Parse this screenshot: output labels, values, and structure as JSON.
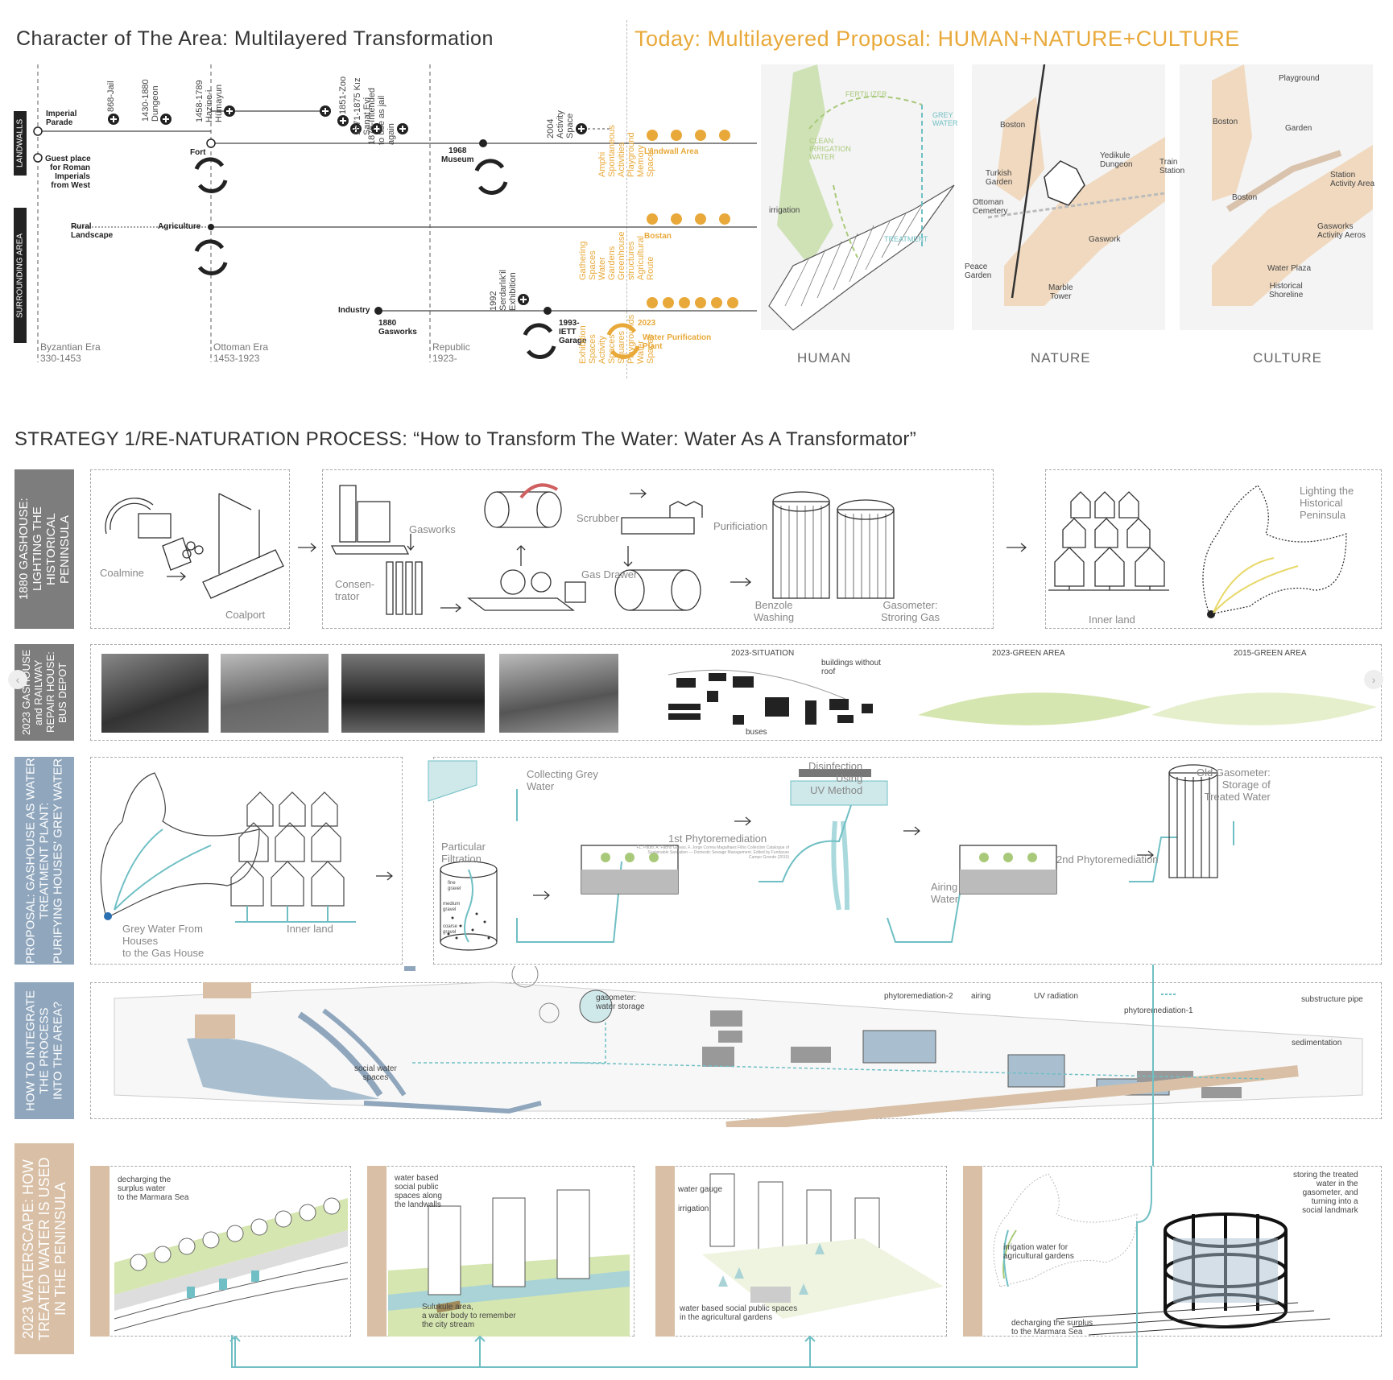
{
  "titles": {
    "character": "Character of The Area: Multilayered Transformation",
    "today": "Today: Multilayered Proposal: HUMAN+NATURE+CULTURE",
    "strategy": "STRATEGY 1/RE-NATURATION PROCESS: “How to Transform The Water: Water As A Transformator”"
  },
  "timeline": {
    "side_labels": [
      "LANDWALLS",
      "SURROUNDING AREA"
    ],
    "eras": [
      {
        "name": "Byzantian Era",
        "years": "330-1453"
      },
      {
        "name": "Ottoman Era",
        "years": "1453-1923"
      },
      {
        "name": "Republic",
        "years": "1923-"
      }
    ],
    "events_rot": [
      "868-Jail",
      "1430-1880\nDungeon",
      "1458-1789\nHazine-i\nHümayun",
      "1851-Zoo",
      "1871-1875 Kız\nSanat Evi",
      "1876-Intended\nto use as jail\nagain",
      "2004\nActivity\nSpace",
      "1992\nSerdarlık'il\nExhibition"
    ],
    "labels": {
      "imperial": "Imperial\nParade",
      "guest": "Guest place\nfor Roman\nImperials\nfrom West",
      "fort": "Fort",
      "rural": "Rural\nLandscape",
      "agriculture": "Agriculture",
      "museum": "1968\nMuseum",
      "industry": "Industry",
      "gasworks": "1880\nGasworks",
      "iett": "1993-\nIETT\nGarage",
      "plant_year": "2023",
      "plant": "Water Purification\nPlant"
    },
    "proposal_groups": [
      {
        "label": "Landwall Area",
        "items": "Amphi\nSpontaneous\nActivities\nPlayground\nMemory\nSpaces"
      },
      {
        "label": "Bostan",
        "items": "Gathering\nSpaces\nWater\nGardens\nGreenhouse\nstructures\nAgricultural\nRoute"
      },
      {
        "label": "",
        "items": "Exhibition\nSpaces\nActivity\nSpaces\nSquares\nPlaygrounds\nWater\nSpaces"
      }
    ]
  },
  "maps": {
    "human": {
      "title": "HUMAN",
      "labels": [
        "FERTILIZER",
        "GREY\nWATER",
        "CLEAN\nIRRIGATION\nWATER",
        "irrigation",
        "TREATMENT"
      ]
    },
    "nature": {
      "title": "NATURE",
      "labels": [
        "Boston",
        "Turkish\nGarden",
        "Ottoman\nCemetery",
        "Yedikule\nDungeon",
        "Train\nStation",
        "Gaswork",
        "Peace\nGarden",
        "Marble\nTower"
      ]
    },
    "culture": {
      "title": "CULTURE",
      "labels": [
        "Playground",
        "Boston",
        "Garden",
        "Boston",
        "Station\nActivity Area",
        "Gasworks\nActivity Aeros",
        "Water Plaza",
        "Historical\nShoreline"
      ]
    }
  },
  "rows": {
    "r1": {
      "label": "1880 GASHOUSE:\nLIGHTING THE\nHISTORICAL\nPENINSULA",
      "items": [
        "Coalmine",
        "Coalport",
        "Gasworks",
        "Consen-\ntrator",
        "Scrubber",
        "Gas Drawer",
        "Purificiation",
        "Benzole\nWashing",
        "Gasometer:\nStroring Gas",
        "Inner land",
        "Lighting the\nHistorical\nPeninsula"
      ]
    },
    "r2": {
      "label": "2023 GASHOUSE\nand RAILWAY\nREPAIR HOUSE:\nBUS DEPOT",
      "items": [
        "2023-SITUATION",
        "buildings without\nroof",
        "buses",
        "2023-GREEN AREA",
        "2015-GREEN AREA"
      ]
    },
    "r3": {
      "label": "PROPOSAL: GASHOUSE AS WATER\nTREATMENT PLANT:\nPURIFYING HOUSES' GREY WATER",
      "items": [
        "Grey Water From\nHouses\nto the Gas House",
        "Inner land",
        "Collecting Grey\nWater",
        "Particular\nFiltration",
        "1st Phytoremediation",
        "Disinfection\nUsing\nUV Method",
        "Airing\nWater",
        "2nd Phytoremediation",
        "Old Gasometer:\nStorage of\nTreated Water"
      ],
      "credit": "FL. Paulo, A. Fabris Galvao, F. Jorge Correa Magalhaes Filho Collection Catalogue of Sustainable Sanitation — Domestic Sewage Management. Edited by Fundacao Campo Grande (2019)",
      "filter_layers": [
        "fine\ngravel",
        "medium\ngravel",
        "coarse\ngravel"
      ]
    },
    "r4": {
      "label": "HOW TO INTEGRATE\nTHE PROCESS\nINTO THE AREA?",
      "items": [
        "gasometer:\nwater storage",
        "social water\nspaces",
        "phytoremediation-2",
        "airing",
        "UV radiation",
        "phytoremediation-1",
        "substructure pipe",
        "sedimentation"
      ]
    },
    "r5": {
      "label": "2023 WATERSCAPE: HOW\nTREATED WATER IS USED\nIN THE PENINSULA",
      "items": [
        "decharging the\nsurplus water\nto the Marmara Sea",
        "water based\nsocial public\nspaces along\nthe landwalls",
        "Sulukule area,\na water body to remember\nthe city stream",
        "water gauge",
        "irrigation",
        "water based social public spaces\nin the agricultural gardens",
        "irrigation water for\nagricultural gardens",
        "decharging the surplus\nto the Marmara Sea",
        "storing the treated\nwater in the\ngasometer, and\nturning into a\nsocial landmark"
      ]
    }
  },
  "colors": {
    "gold": "#e8a93a",
    "teal": "#6fbfc4",
    "greybox": "#7d7d7d",
    "bluebox": "#8fa6bd",
    "sand": "#d8bfa5",
    "green": "#b6cf7a"
  }
}
